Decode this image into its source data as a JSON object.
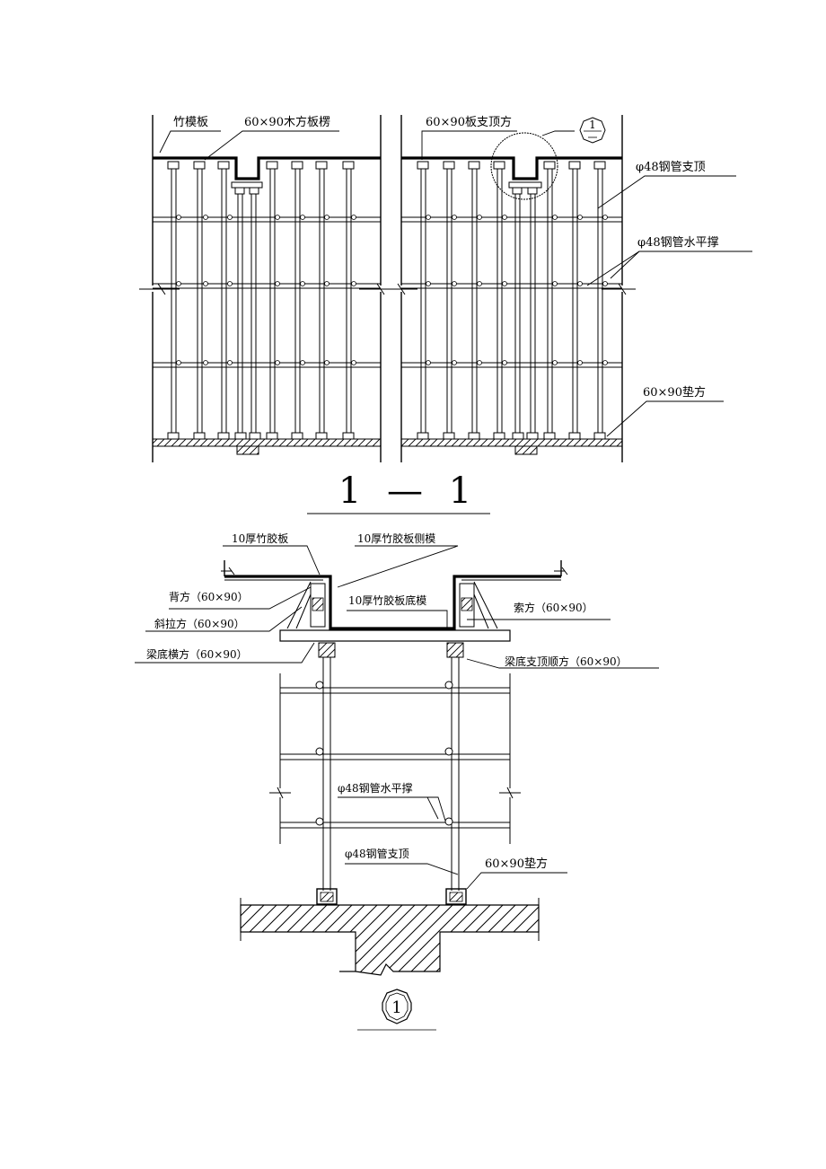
{
  "section_1_1": {
    "labels": {
      "bamboo_board": "竹模板",
      "joist": "60×90木方板楞",
      "slab_support_beam": "60×90板支顶方",
      "detail_ref": "1",
      "steel_prop": "φ48钢管支顶",
      "steel_brace": "φ48钢管水平撑",
      "pad": "60×90垫方"
    },
    "title": "1 — 1"
  },
  "detail_1": {
    "labels": {
      "bamboo_plywood": "10厚竹胶板",
      "side_form": "10厚竹胶板侧模",
      "back_beam": "背方（60×90）",
      "bottom_form": "10厚竹胶板底模",
      "clamp": "索方（60×90）",
      "diagonal_brace": "斜拉方（60×90）",
      "beam_bottom_cross": "梁底横方（60×90）",
      "beam_bottom_longitudinal": "梁底支顶顺方（60×90）",
      "steel_brace": "φ48钢管水平撑",
      "steel_prop": "φ48钢管支顶",
      "pad": "60×90垫方"
    },
    "title_number": "1"
  }
}
